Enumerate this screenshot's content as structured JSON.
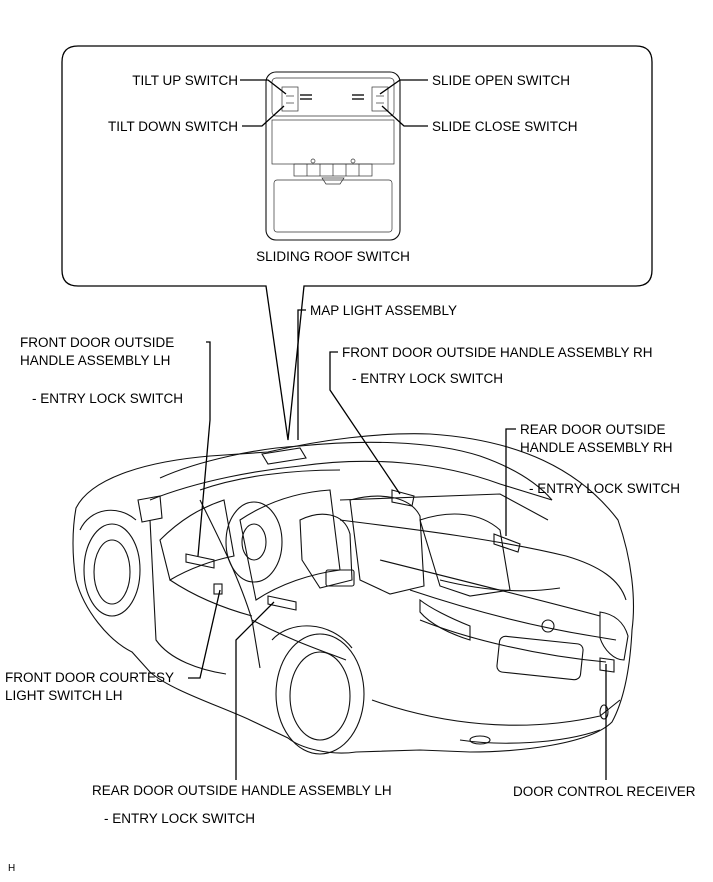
{
  "inset": {
    "tilt_up_switch": "TILT UP SWITCH",
    "tilt_down_switch": "TILT DOWN SWITCH",
    "slide_open_switch": "SLIDE OPEN SWITCH",
    "slide_close_switch": "SLIDE CLOSE SWITCH",
    "sliding_roof_switch": "SLIDING ROOF SWITCH"
  },
  "labels": {
    "map_light_assembly": "MAP LIGHT ASSEMBLY",
    "front_door_rh_line1": "FRONT DOOR OUTSIDE HANDLE ASSEMBLY RH",
    "front_door_rh_line2": "- ENTRY LOCK SWITCH",
    "front_door_lh_line1": "FRONT DOOR OUTSIDE",
    "front_door_lh_line2": "HANDLE ASSEMBLY LH",
    "front_door_lh_line3": "- ENTRY LOCK SWITCH",
    "rear_door_rh_line1": "REAR DOOR OUTSIDE",
    "rear_door_rh_line2": "HANDLE ASSEMBLY RH",
    "rear_door_rh_line3": "- ENTRY LOCK SWITCH",
    "courtesy_line1": "FRONT DOOR COURTESY",
    "courtesy_line2": "LIGHT SWITCH LH",
    "rear_door_lh_line1": "REAR DOOR OUTSIDE HANDLE ASSEMBLY LH",
    "rear_door_lh_line2": "- ENTRY LOCK SWITCH",
    "door_control_receiver": "DOOR CONTROL RECEIVER",
    "corner_mark": "H"
  }
}
